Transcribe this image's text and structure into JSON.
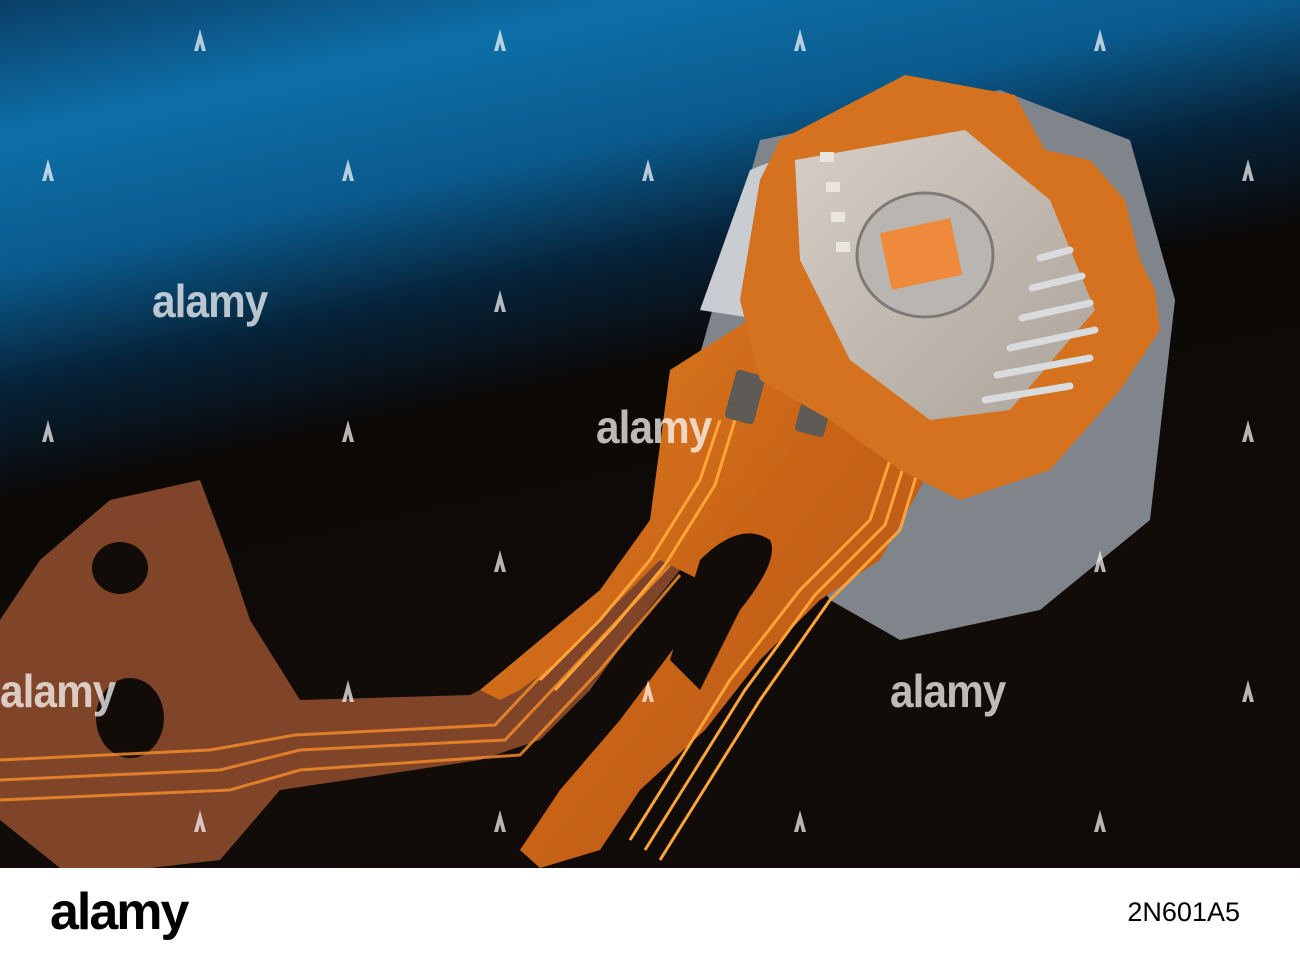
{
  "photo": {
    "subject": "flex-cable-with-chip",
    "colors": {
      "sky_blue": "#0d6fa8",
      "background_dark": "#120c09",
      "flex_orange": "#d9781f",
      "trace_orange": "#ff9a22",
      "metal_grey": "#8e949a"
    }
  },
  "watermark": {
    "text": "alamy",
    "marks": "icon"
  },
  "footer": {
    "logo": "alamy",
    "image_id": "2N601A5"
  }
}
